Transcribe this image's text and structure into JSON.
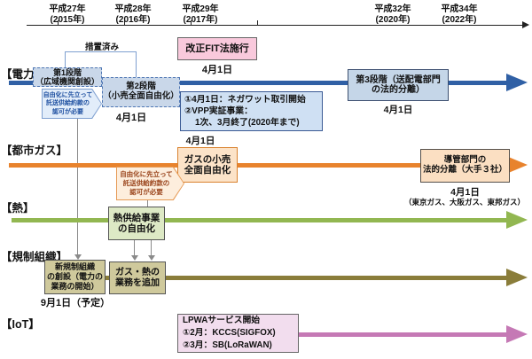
{
  "axis": {
    "years": [
      {
        "era": "平成27年",
        "ad": "(2015年)"
      },
      {
        "era": "平成28年",
        "ad": "(2016年)"
      },
      {
        "era": "平成29年",
        "ad": "(2017年)"
      },
      {
        "era": "平成32年",
        "ad": "(2020年)"
      },
      {
        "era": "平成34年",
        "ad": "(2022年)"
      }
    ]
  },
  "rows": {
    "power": "【電力】",
    "gas": "【都市ガス】",
    "heat": "【熱】",
    "regulator": "【規制組織】",
    "iot": "【IoT】"
  },
  "power": {
    "measure_done": "措置済み",
    "stage1": {
      "line1": "第1段階",
      "line2": "（広域機関創設）"
    },
    "stage2": {
      "line1": "第2段階",
      "line2": "（小売全面自由化）",
      "date": "4月1日"
    },
    "callout": {
      "line1": "自由化に先立って",
      "line2": "託送供給約款の",
      "line3": "認可が必要"
    },
    "fit": {
      "label": "改正FIT法施行",
      "date": "4月1日"
    },
    "vpp": {
      "line1": "①4月1日：ネガワット取引開始",
      "line2": "②VPP実証事業：",
      "line3": "1次、3月終了(2020年まで)"
    },
    "stage3": {
      "line1": "第3段階（送配電部門",
      "line2": "の法的分離）",
      "date": "4月1日"
    }
  },
  "gas": {
    "retail": {
      "date": "4月1日",
      "line1": "ガスの小売",
      "line2": "全面自由化"
    },
    "callout": {
      "line1": "自由化に先立って",
      "line2": "託送供給約款の",
      "line3": "認可が必要"
    },
    "pipeline": {
      "line1": "導管部門の",
      "line2": "法的分離（大手３社）",
      "date": "4月1日",
      "companies": "（東京ガス、大阪ガス、東邦ガス）"
    }
  },
  "heat": {
    "box": {
      "line1": "熱供給事業",
      "line2": "の自由化"
    }
  },
  "regulator": {
    "new_org": {
      "line1": "新規制組織",
      "line2": "の創設（電力の",
      "line3": "業務の開始）",
      "date": "9月1日（予定）"
    },
    "add_biz": {
      "line1": "ガス・熱の",
      "line2": "業務を追加"
    }
  },
  "iot": {
    "lpwa": {
      "line1": "LPWAサービス開始",
      "line2": "①2月：KCCS(SIGFOX)",
      "line3": "②3月：SB(LoRaWAN)"
    }
  },
  "colors": {
    "power_arrow": "#3060a5",
    "gas_arrow": "#e8832d",
    "heat_arrow": "#92b751",
    "regulator_arrow": "#8a7d3a",
    "iot_arrow": "#c579b5",
    "power_box_fill": "#c9d7e9",
    "vpp_box_fill": "#cfe0f3",
    "fit_box_fill": "#f9c9dc",
    "gas_box_fill": "#fce3c8",
    "heat_box_fill": "#dde9c5",
    "regulator_box_fill": "#cfc99c",
    "iot_box_fill": "#f2ddee",
    "axis_line": "#222222",
    "connector": "#8a8a8a"
  }
}
